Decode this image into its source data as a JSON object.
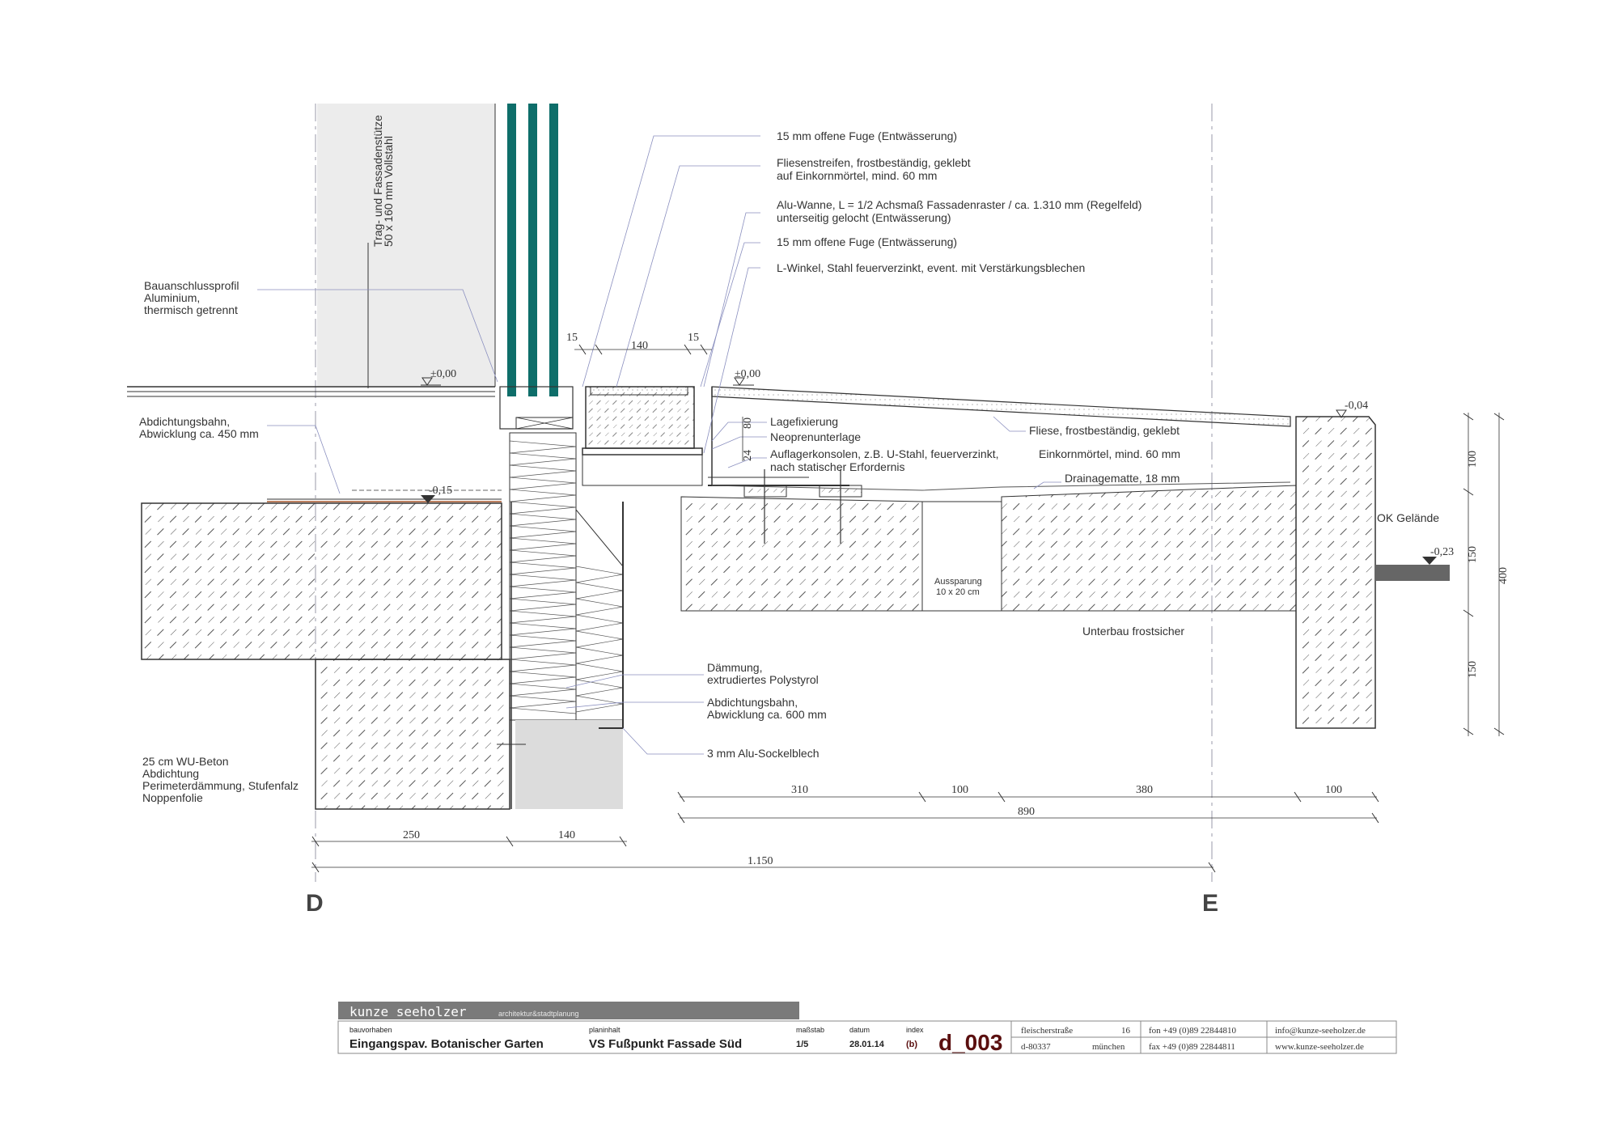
{
  "annotations": {
    "profile_vertical": "Trag- und Fassadenstütze",
    "profile_vertical_2": "50 x 160 mm Vollstahl",
    "fuge_top": "15 mm offene Fuge (Entwässerung)",
    "fliesenstreifen_1": "Fliesenstreifen, frostbeständig, geklebt",
    "fliesenstreifen_2": "auf Einkornmörtel, mind. 60 mm",
    "alu_wanne_1": "Alu-Wanne, L = 1/2 Achsmaß Fassadenraster / ca. 1.310 mm (Regelfeld)",
    "alu_wanne_2": "unterseitig gelocht (Entwässerung)",
    "fuge_2": "15 mm offene Fuge (Entwässerung)",
    "l_winkel": "L-Winkel, Stahl feuerverzinkt, event. mit Verstärkungsblechen",
    "bauanschluss_1": "Bauanschlussprofil",
    "bauanschluss_2": "Aluminium,",
    "bauanschluss_3": "thermisch getrennt",
    "abdichtung_450_1": "Abdichtungsbahn,",
    "abdichtung_450_2": "Abwicklung ca. 450 mm",
    "lagefixierung": "Lagefixierung",
    "neopren": "Neoprenunterlage",
    "auflager_1": "Auflagerkonsolen, z.B. U-Stahl, feuerverzinkt,",
    "auflager_2": "nach statischer Erfordernis",
    "fliese": "Fliese, frostbeständig, geklebt",
    "einkorn": "Einkornmörtel, mind. 60 mm",
    "drainage": "Drainagematte, 18 mm",
    "ok_gelaende": "OK Gelände",
    "aussparung_1": "Aussparung",
    "aussparung_2": "10 x 20 cm",
    "unterbau": "Unterbau frostsicher",
    "daemmung_1": "Dämmung,",
    "daemmung_2": "extrudiertes Polystyrol",
    "abdichtung_600_1": "Abdichtungsbahn,",
    "abdichtung_600_2": "Abwicklung ca. 600 mm",
    "sockelblech": "3 mm  Alu-Sockelblech",
    "wu_beton_1": "25 cm WU-Beton",
    "wu_beton_2": "Abdichtung",
    "wu_beton_3": "Perimeterdämmung, Stufenfalz",
    "wu_beton_4": "Noppenfolie"
  },
  "levels": {
    "zero_left": "±0,00",
    "zero_right": "±0,00",
    "minus_015": "-0,15",
    "minus_004": "-0,04",
    "minus_023": "-0,23"
  },
  "dimensions": {
    "d15a": "15",
    "d140a": "140",
    "d15b": "15",
    "d80": "80",
    "d24": "24",
    "d310": "310",
    "d100a": "100",
    "d380": "380",
    "d100b": "100",
    "d890": "890",
    "d250": "250",
    "d140b": "140",
    "d1150": "1.150",
    "r100": "100",
    "r150a": "150",
    "r150b": "150",
    "r400": "400"
  },
  "axes": {
    "left": "D",
    "right": "E"
  },
  "title_block": {
    "office": "kunze seeholzer",
    "office_sub": "architektur&stadtplanung",
    "project_label": "bauvorhaben",
    "project": "Eingangspav. Botanischer Garten",
    "content_label": "planinhalt",
    "content": "VS Fußpunkt Fassade Süd",
    "scale_label": "maßstab",
    "scale": "1/5",
    "date_label": "datum",
    "date": "28.01.14",
    "index_label": "index",
    "index": "(b)",
    "plan_no": "d_003",
    "street": "fleischerstraße",
    "street_no": "16",
    "zip": "d-80337",
    "city": "münchen",
    "phone": "fon  +49 (0)89  22844810",
    "fax": "fax  +49 (0)89  22844811",
    "email": "info@kunze-seeholzer.de",
    "web": "www.kunze-seeholzer.de"
  },
  "colors": {
    "glass": "#0e6e6a",
    "line": "#333333",
    "leader": "#8a8fbf",
    "title_bar": "#7a7a7a",
    "plan_no": "#5a0f0f",
    "column_fill": "#ececec"
  }
}
